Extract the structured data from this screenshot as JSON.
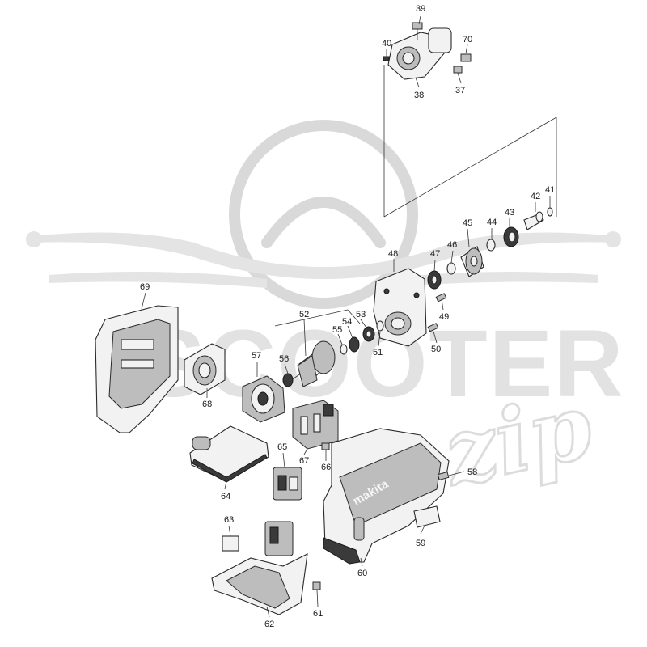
{
  "watermark": {
    "main": "SCOOTER",
    "script": "zip"
  },
  "brand": "makita",
  "parts": [
    {
      "no": "37"
    },
    {
      "no": "38"
    },
    {
      "no": "39"
    },
    {
      "no": "40"
    },
    {
      "no": "41"
    },
    {
      "no": "42"
    },
    {
      "no": "43"
    },
    {
      "no": "44"
    },
    {
      "no": "45"
    },
    {
      "no": "46"
    },
    {
      "no": "47"
    },
    {
      "no": "48"
    },
    {
      "no": "49"
    },
    {
      "no": "50"
    },
    {
      "no": "51"
    },
    {
      "no": "52"
    },
    {
      "no": "53"
    },
    {
      "no": "54"
    },
    {
      "no": "55"
    },
    {
      "no": "56"
    },
    {
      "no": "57"
    },
    {
      "no": "58"
    },
    {
      "no": "59"
    },
    {
      "no": "60"
    },
    {
      "no": "61"
    },
    {
      "no": "62"
    },
    {
      "no": "63"
    },
    {
      "no": "64"
    },
    {
      "no": "65"
    },
    {
      "no": "66"
    },
    {
      "no": "67"
    },
    {
      "no": "68"
    },
    {
      "no": "69"
    },
    {
      "no": "70"
    }
  ]
}
